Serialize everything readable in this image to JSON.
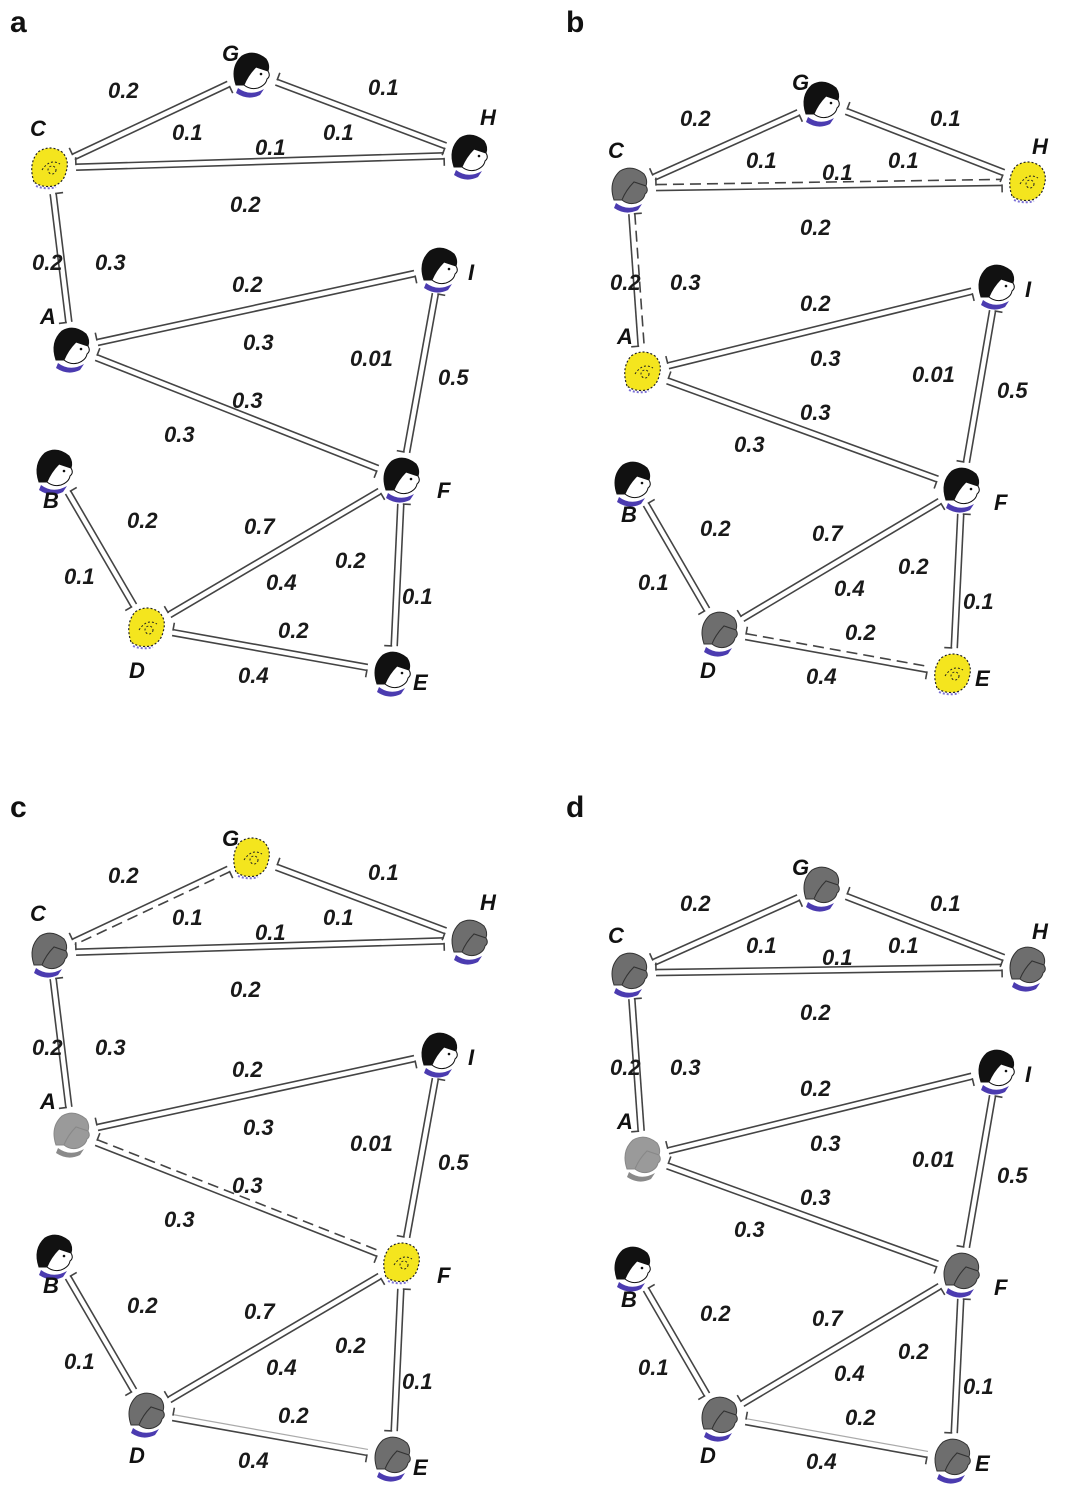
{
  "colors": {
    "black_hair": "#111111",
    "gray_hair": "#6e6e6e",
    "light_gray_hair": "#9a9a9a",
    "yellow": "#f4e51e",
    "skin": "#ffffff",
    "collar": "#4b3bb0",
    "edge": "#444444"
  },
  "node_states": {
    "black": "susceptible (black hair)",
    "yellow": "yellow dotted head",
    "gray": "dark gray head",
    "lightgray": "light gray head"
  },
  "nodes": [
    "A",
    "B",
    "C",
    "D",
    "E",
    "F",
    "G",
    "H",
    "I"
  ],
  "panels": [
    {
      "label": "a",
      "states": {
        "A": "black",
        "B": "black",
        "C": "yellow",
        "D": "yellow",
        "E": "black",
        "F": "black",
        "G": "black",
        "H": "black",
        "I": "black"
      },
      "edges": [
        {
          "from": "G",
          "to": "C",
          "w_a": "0.2",
          "w_b": "0.1",
          "style": [
            "solid",
            "solid"
          ]
        },
        {
          "from": "G",
          "to": "H",
          "w_a": "0.1",
          "w_b": "0.1",
          "style": [
            "solid",
            "solid"
          ]
        },
        {
          "from": "C",
          "to": "H",
          "w_a": "0.1",
          "w_b": "0.2",
          "style": [
            "solid",
            "solid"
          ]
        },
        {
          "from": "C",
          "to": "A",
          "w_a": "0.2",
          "w_b": "0.3",
          "style": [
            "solid",
            "solid"
          ]
        },
        {
          "from": "A",
          "to": "I",
          "w_a": "0.2",
          "w_b": "0.3",
          "style": [
            "solid",
            "solid"
          ]
        },
        {
          "from": "A",
          "to": "F",
          "w_a": "0.3",
          "w_b": "0.3",
          "style": [
            "solid",
            "solid"
          ]
        },
        {
          "from": "I",
          "to": "F",
          "w_a": "0.01",
          "w_b": "0.5",
          "style": [
            "solid",
            "solid"
          ]
        },
        {
          "from": "B",
          "to": "D",
          "w_a": "0.2",
          "w_b": "0.1",
          "style": [
            "solid",
            "solid"
          ]
        },
        {
          "from": "F",
          "to": "D",
          "w_a": "0.7",
          "w_b": "0.4",
          "style": [
            "solid",
            "solid"
          ]
        },
        {
          "from": "F",
          "to": "E",
          "w_a": "0.2",
          "w_b": "0.1",
          "style": [
            "solid",
            "solid"
          ]
        },
        {
          "from": "D",
          "to": "E",
          "w_a": "0.2",
          "w_b": "0.4",
          "style": [
            "solid",
            "solid"
          ]
        }
      ]
    },
    {
      "label": "b",
      "states": {
        "A": "yellow",
        "B": "black",
        "C": "gray",
        "D": "gray",
        "E": "yellow",
        "F": "black",
        "G": "black",
        "H": "yellow",
        "I": "black"
      },
      "edges": [
        {
          "from": "G",
          "to": "C",
          "w_a": "0.2",
          "w_b": "0.1",
          "style": [
            "solid",
            "solid"
          ]
        },
        {
          "from": "G",
          "to": "H",
          "w_a": "0.1",
          "w_b": "0.1",
          "style": [
            "solid",
            "solid"
          ]
        },
        {
          "from": "C",
          "to": "H",
          "w_a": "0.1",
          "w_b": "0.2",
          "style": [
            "solid",
            "dashed"
          ]
        },
        {
          "from": "C",
          "to": "A",
          "w_a": "0.2",
          "w_b": "0.3",
          "style": [
            "solid",
            "dashed"
          ]
        },
        {
          "from": "A",
          "to": "I",
          "w_a": "0.2",
          "w_b": "0.3",
          "style": [
            "solid",
            "solid"
          ]
        },
        {
          "from": "A",
          "to": "F",
          "w_a": "0.3",
          "w_b": "0.3",
          "style": [
            "solid",
            "solid"
          ]
        },
        {
          "from": "I",
          "to": "F",
          "w_a": "0.01",
          "w_b": "0.5",
          "style": [
            "solid",
            "solid"
          ]
        },
        {
          "from": "B",
          "to": "D",
          "w_a": "0.2",
          "w_b": "0.1",
          "style": [
            "solid",
            "solid"
          ]
        },
        {
          "from": "F",
          "to": "D",
          "w_a": "0.7",
          "w_b": "0.4",
          "style": [
            "solid",
            "solid"
          ]
        },
        {
          "from": "F",
          "to": "E",
          "w_a": "0.2",
          "w_b": "0.1",
          "style": [
            "solid",
            "solid"
          ]
        },
        {
          "from": "D",
          "to": "E",
          "w_a": "0.2",
          "w_b": "0.4",
          "style": [
            "solid",
            "dashed"
          ]
        }
      ]
    },
    {
      "label": "c",
      "states": {
        "A": "lightgray",
        "B": "black",
        "C": "gray",
        "D": "gray",
        "E": "gray",
        "F": "yellow",
        "G": "yellow",
        "H": "gray",
        "I": "black"
      },
      "edges": [
        {
          "from": "G",
          "to": "C",
          "w_a": "0.2",
          "w_b": "0.1",
          "style": [
            "solid",
            "dashed"
          ]
        },
        {
          "from": "G",
          "to": "H",
          "w_a": "0.1",
          "w_b": "0.1",
          "style": [
            "solid",
            "solid"
          ]
        },
        {
          "from": "C",
          "to": "H",
          "w_a": "0.1",
          "w_b": "0.2",
          "style": [
            "solid",
            "solid"
          ]
        },
        {
          "from": "C",
          "to": "A",
          "w_a": "0.2",
          "w_b": "0.3",
          "style": [
            "solid",
            "solid"
          ]
        },
        {
          "from": "A",
          "to": "I",
          "w_a": "0.2",
          "w_b": "0.3",
          "style": [
            "solid",
            "solid"
          ]
        },
        {
          "from": "A",
          "to": "F",
          "w_a": "0.3",
          "w_b": "0.3",
          "style": [
            "solid",
            "dashed"
          ]
        },
        {
          "from": "I",
          "to": "F",
          "w_a": "0.01",
          "w_b": "0.5",
          "style": [
            "solid",
            "solid"
          ]
        },
        {
          "from": "B",
          "to": "D",
          "w_a": "0.2",
          "w_b": "0.1",
          "style": [
            "solid",
            "solid"
          ]
        },
        {
          "from": "F",
          "to": "D",
          "w_a": "0.7",
          "w_b": "0.4",
          "style": [
            "solid",
            "solid"
          ]
        },
        {
          "from": "F",
          "to": "E",
          "w_a": "0.2",
          "w_b": "0.1",
          "style": [
            "solid",
            "solid"
          ]
        },
        {
          "from": "D",
          "to": "E",
          "w_a": "0.2",
          "w_b": "0.4",
          "style": [
            "solid",
            "faint"
          ]
        }
      ]
    },
    {
      "label": "d",
      "states": {
        "A": "lightgray",
        "B": "black",
        "C": "gray",
        "D": "gray",
        "E": "gray",
        "F": "gray",
        "G": "gray",
        "H": "gray",
        "I": "black"
      },
      "edges": [
        {
          "from": "G",
          "to": "C",
          "w_a": "0.2",
          "w_b": "0.1",
          "style": [
            "solid",
            "solid"
          ]
        },
        {
          "from": "G",
          "to": "H",
          "w_a": "0.1",
          "w_b": "0.1",
          "style": [
            "solid",
            "solid"
          ]
        },
        {
          "from": "C",
          "to": "H",
          "w_a": "0.1",
          "w_b": "0.2",
          "style": [
            "solid",
            "solid"
          ]
        },
        {
          "from": "C",
          "to": "A",
          "w_a": "0.2",
          "w_b": "0.3",
          "style": [
            "solid",
            "solid"
          ]
        },
        {
          "from": "A",
          "to": "I",
          "w_a": "0.2",
          "w_b": "0.3",
          "style": [
            "solid",
            "solid"
          ]
        },
        {
          "from": "A",
          "to": "F",
          "w_a": "0.3",
          "w_b": "0.3",
          "style": [
            "solid",
            "solid"
          ]
        },
        {
          "from": "I",
          "to": "F",
          "w_a": "0.01",
          "w_b": "0.5",
          "style": [
            "solid",
            "solid"
          ]
        },
        {
          "from": "B",
          "to": "D",
          "w_a": "0.2",
          "w_b": "0.1",
          "style": [
            "solid",
            "solid"
          ]
        },
        {
          "from": "F",
          "to": "D",
          "w_a": "0.7",
          "w_b": "0.4",
          "style": [
            "solid",
            "solid"
          ]
        },
        {
          "from": "F",
          "to": "E",
          "w_a": "0.2",
          "w_b": "0.1",
          "style": [
            "solid",
            "solid"
          ]
        },
        {
          "from": "D",
          "to": "E",
          "w_a": "0.2",
          "w_b": "0.4",
          "style": [
            "solid",
            "faint"
          ]
        }
      ]
    }
  ]
}
